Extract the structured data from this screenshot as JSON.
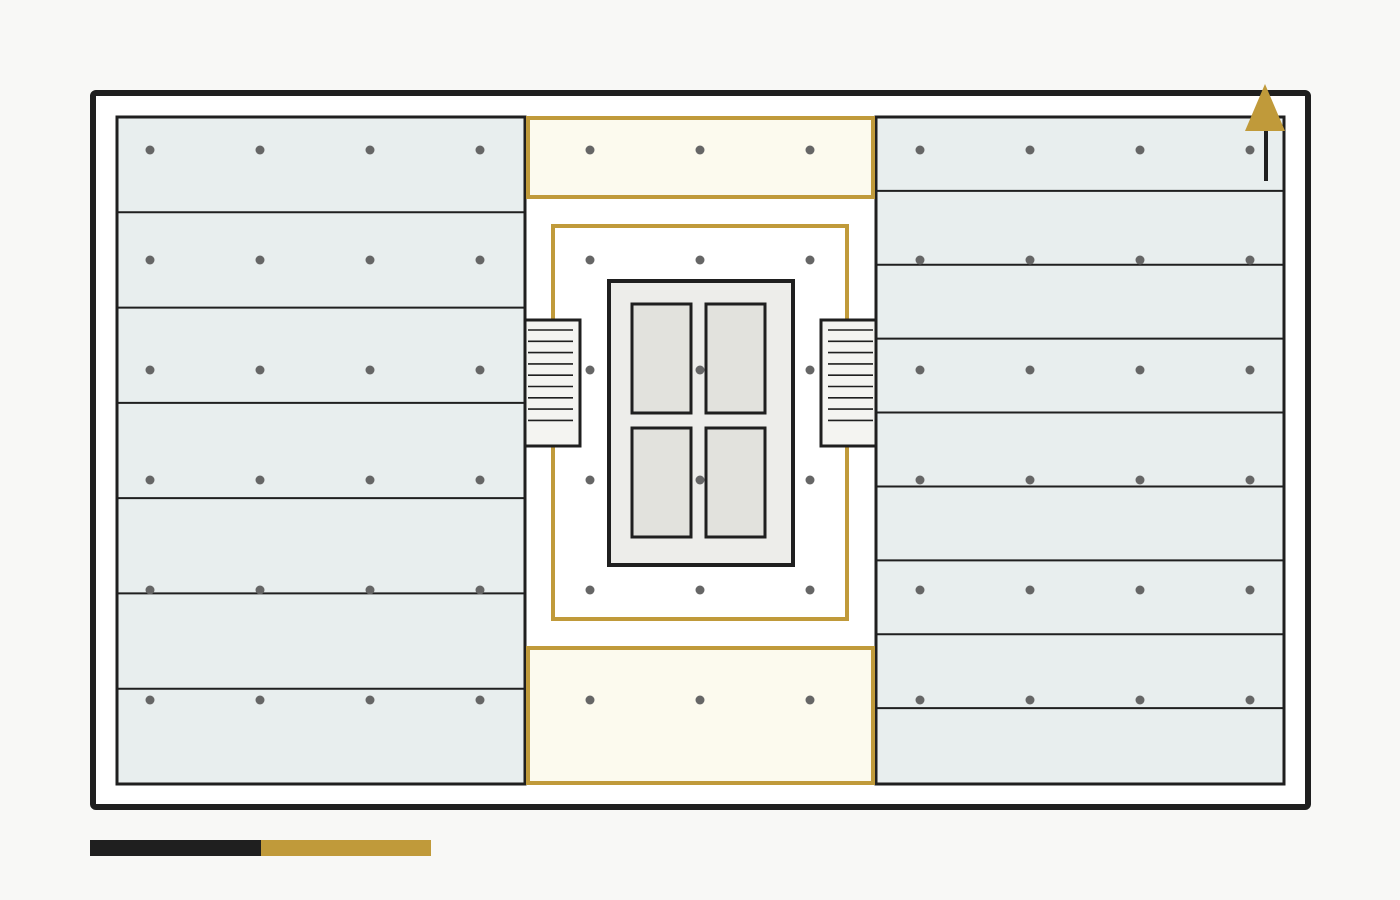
{
  "plan": {
    "colors": {
      "background": "#f8f8f6",
      "outer_wall": "#1f1f1f",
      "wing_fill": "#e8eeee",
      "accent": "#c09a3a",
      "accent_fill": "#fcfaee",
      "core_fill": "#ededea",
      "core_panel": "#e2e2dd",
      "column_dot": "#666666",
      "stair_fill": "#f4f4f1"
    },
    "icons": {
      "north_arrow": "north-arrow-icon",
      "scale_bar": "scale-bar-icon"
    },
    "left_wing": {
      "bays": 7,
      "column_rows": 6,
      "column_cols": 4
    },
    "right_wing": {
      "bays": 9,
      "column_rows": 6,
      "column_cols": 4
    },
    "center": {
      "column_cols": 3,
      "column_rows": 6
    },
    "core": {
      "panels": 4
    },
    "stairs": [
      {
        "side": "left",
        "treads": 9
      },
      {
        "side": "right",
        "treads": 9
      }
    ],
    "scale_bar": {
      "segments": 2
    }
  }
}
